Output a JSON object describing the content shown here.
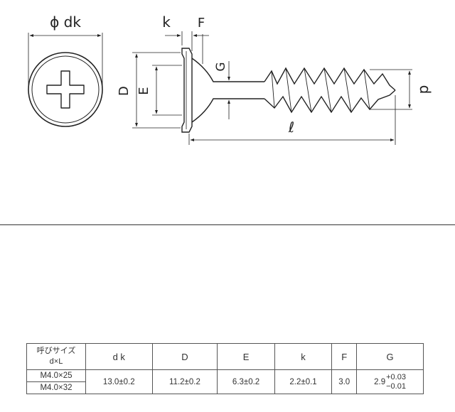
{
  "drawing": {
    "labels": {
      "dk": "ϕ dk",
      "k": "k",
      "F": "F",
      "G": "G",
      "D": "D",
      "E": "E",
      "l": "ℓ",
      "p": "p"
    }
  },
  "table": {
    "size_header": [
      "呼びサイズ",
      "d×L"
    ],
    "headers": [
      "d k",
      "D",
      "E",
      "k",
      "F",
      "G"
    ],
    "sizes": [
      "M4.0×25",
      "M4.0×32"
    ],
    "values": {
      "dk": "13.0±0.2",
      "D": "11.2±0.2",
      "E": "6.3±0.2",
      "k": "2.2±0.1",
      "F": "3.0",
      "G_base": "2.9",
      "G_upper": "+0.03",
      "G_lower": "−0.01"
    }
  }
}
